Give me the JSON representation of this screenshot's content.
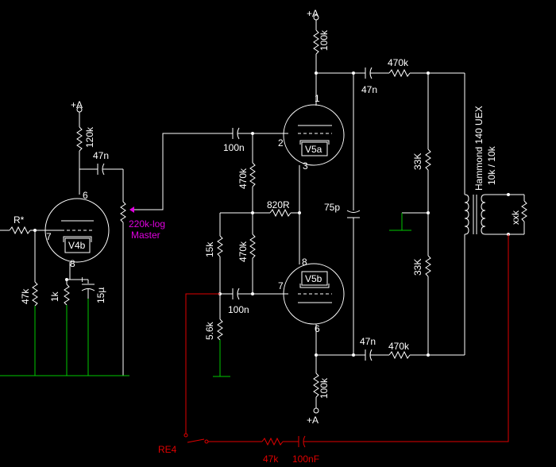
{
  "colors": {
    "background": "#000000",
    "wire": "#ffffff",
    "ground": "#00c800",
    "relay": "#e00000",
    "pot": "#e000e0"
  },
  "labels": {
    "supply_v4b": "+A",
    "supply_top": "+A",
    "supply_bottom": "+A",
    "r_plate_v4b": "120k",
    "c_couple_v4b": "47n",
    "r_star": "R*",
    "r_grid_v4b": "47k",
    "r_cathode_v4b": "1k",
    "c_cathode_v4b": "15µ",
    "pot_value": "220k-log",
    "pot_name": "Master",
    "c_input": "100n",
    "r_grid_v5a": "470k",
    "r_820": "820R",
    "r_15k": "15k",
    "r_grid_v5b": "470k",
    "c_v5b": "100n",
    "r_56k": "5.6k",
    "r_plate_top": "100k",
    "r_plate_bottom": "100k",
    "c_out_top": "47n",
    "r_out_top": "470k",
    "c_out_bottom": "47n",
    "r_out_bottom": "470k",
    "c_75p": "75p",
    "r_33k_top": "33K",
    "r_33k_bottom": "33K",
    "transformer": "Hammond 140 UEX",
    "transformer_ratio": "10k / 10k",
    "transformer_load": "xxk",
    "relay_name": "RE4",
    "r_relay": "47k",
    "c_relay": "100nF"
  },
  "tubes": {
    "v4b": {
      "name": "V4b",
      "pin_plate": "6",
      "pin_grid": "7",
      "pin_cathode": "8"
    },
    "v5a": {
      "name": "V5a",
      "pin_plate": "1",
      "pin_grid": "2",
      "pin_cathode": "3"
    },
    "v5b": {
      "name": "V5b",
      "pin_plate": "6",
      "pin_grid": "7",
      "pin_cathode": "8"
    }
  }
}
